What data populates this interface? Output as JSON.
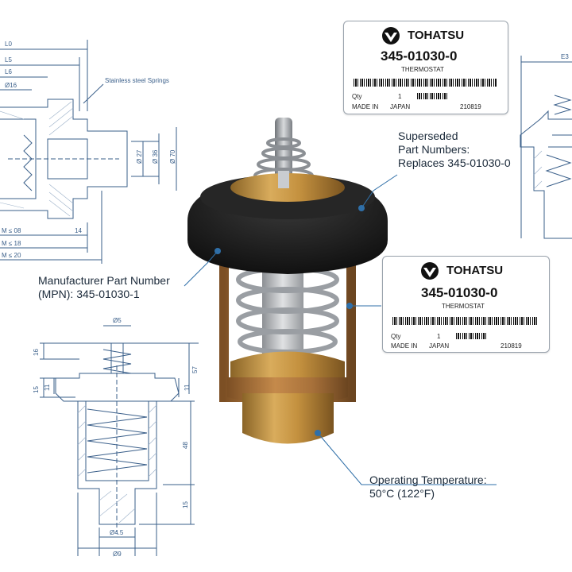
{
  "drawing_top_left": {
    "dims": [
      "L0",
      "L5",
      "L6",
      "Ø16",
      "Stainless steel Springs",
      "Ø 27",
      "Ø 36",
      "Ø 70",
      "M ≤ 08",
      "14",
      "M ≤ 18",
      "M ≤ 20"
    ]
  },
  "drawing_bottom_left": {
    "dims": [
      "Ø5",
      "16",
      "57",
      "15",
      "11",
      "11",
      "48",
      "15",
      "Ø4.5",
      "Ø9"
    ]
  },
  "drawing_right": {
    "dims": [
      "E3"
    ]
  },
  "tag_top": {
    "brand": "TOHATSU",
    "part_number": "345-01030-0",
    "description": "THERMOSTAT",
    "qty_label": "Qty",
    "qty_value": "1",
    "made_in_label": "MADE IN",
    "made_in_value": "JAPAN",
    "code": "210819"
  },
  "tag_bottom": {
    "brand": "TOHATSU",
    "part_number": "345-01030-0",
    "description": "THERMOSTAT",
    "qty_label": "Qty",
    "qty_value": "1",
    "made_in_label": "MADE IN",
    "made_in_value": "JAPAN",
    "code": "210819"
  },
  "labels": {
    "superseded": [
      "Superseded",
      "Part Numbers:",
      "Replaces 345-01030-0"
    ],
    "mpn": [
      "Manufacturer Part Number",
      "(MPN): 345-01030-1"
    ],
    "temperature": [
      "Operating Temperature:",
      "50°C (122°F)"
    ]
  },
  "colors": {
    "drawing": "#3a5f8a",
    "callout": "#2f6fa8",
    "brass": "#b8893a",
    "rubber": "#1e1e1e",
    "copper": "#a8713a"
  }
}
